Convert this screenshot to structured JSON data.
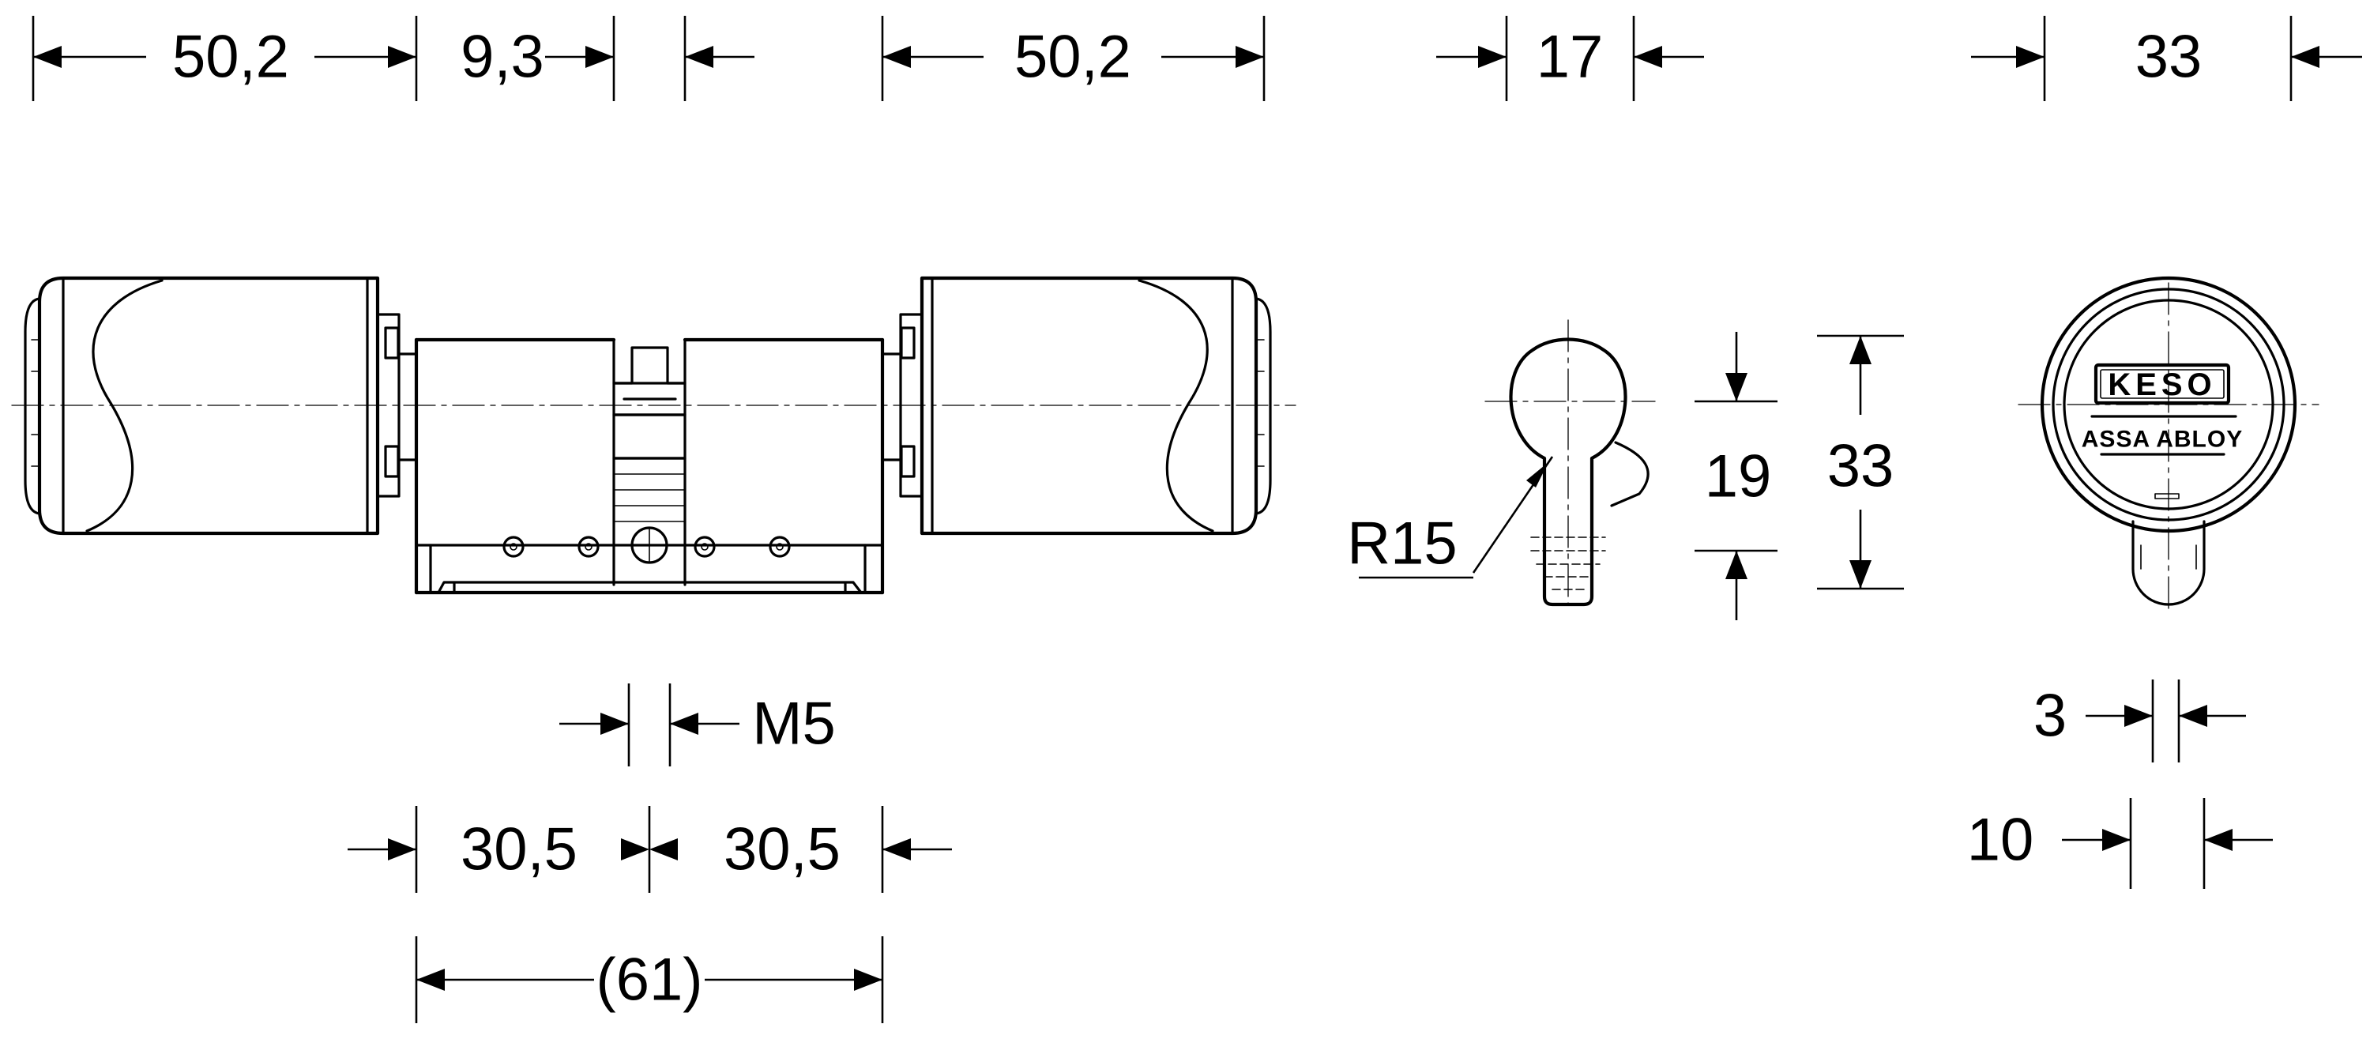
{
  "dimensions": {
    "left_knob_length": "50,2",
    "body_gap": "9,3",
    "right_knob_length": "50,2",
    "profile_width": "17",
    "knob_diameter": "33",
    "screw_thread": "M5",
    "left_half_length": "30,5",
    "right_half_length": "30,5",
    "total_length": "(61)",
    "radius": "R15",
    "profile_lower": "19",
    "profile_height": "33",
    "cam_width": "3",
    "cam_offset": "10"
  },
  "logo": {
    "brand": "KESO",
    "sub_brand": "ASSA ABLOY"
  }
}
